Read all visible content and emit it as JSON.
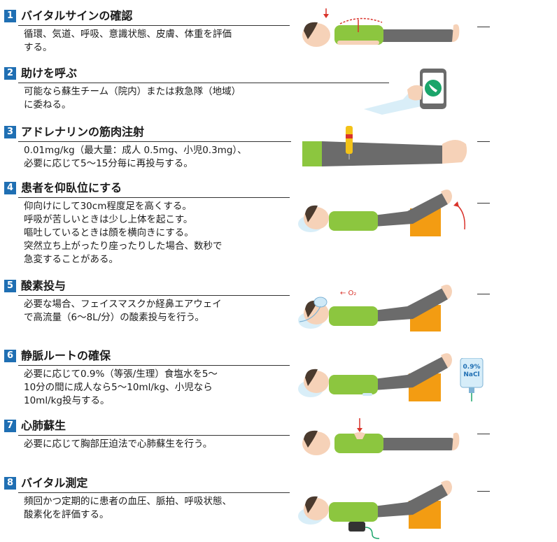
{
  "steps": [
    {
      "num": "1",
      "title": "バイタルサインの確認",
      "desc": "循環、気道、呼吸、意識状態、皮膚、体重を評価\nする。"
    },
    {
      "num": "2",
      "title": "助けを呼ぶ",
      "desc": "可能なら蘇生チーム（院内）または救急隊（地域）\nに委ねる。"
    },
    {
      "num": "3",
      "title": "アドレナリンの筋肉注射",
      "desc": "0.01mg/kg（最大量：成人 0.5mg、小児0.3mg）、\n必要に応じて5～15分毎に再投与する。"
    },
    {
      "num": "4",
      "title": "患者を仰臥位にする",
      "desc": "仰向けにして30cm程度足を高くする。\n呼吸が苦しいときは少し上体を起こす。\n嘔吐しているときは顔を横向きにする。\n突然立ち上がったり座ったりした場合、数秒で\n急変することがある。"
    },
    {
      "num": "5",
      "title": "酸素投与",
      "desc": "必要な場合、フェイスマスクか経鼻エアウェイ\nで高流量（6～8L/分）の酸素投与を行う。"
    },
    {
      "num": "6",
      "title": "静脈ルートの確保",
      "desc": "必要に応じて0.9%（等張/生理）食塩水を5～\n10分の間に成人なら5～10ml/kg、小児なら\n10ml/kg投与する。"
    },
    {
      "num": "7",
      "title": "心肺蘇生",
      "desc": "必要に応じて胸部圧迫法で心肺蘇生を行う。"
    },
    {
      "num": "8",
      "title": "バイタル測定",
      "desc": "頻回かつ定期的に患者の血圧、脈拍、呼吸状態、\n酸素化を評価する。"
    }
  ],
  "labels": {
    "o2": "← O₂",
    "bag_line1": "0.9%",
    "bag_line2": "NaCl"
  },
  "colors": {
    "num_bg": "#1f6fb3",
    "shirt": "#8cc63f",
    "pants": "#6b6b6b",
    "skin": "#f6d2b8",
    "hair": "#4a3a2e",
    "block": "#f39c12",
    "pillow": "#d9eef8",
    "arrow": "#d9322a"
  }
}
